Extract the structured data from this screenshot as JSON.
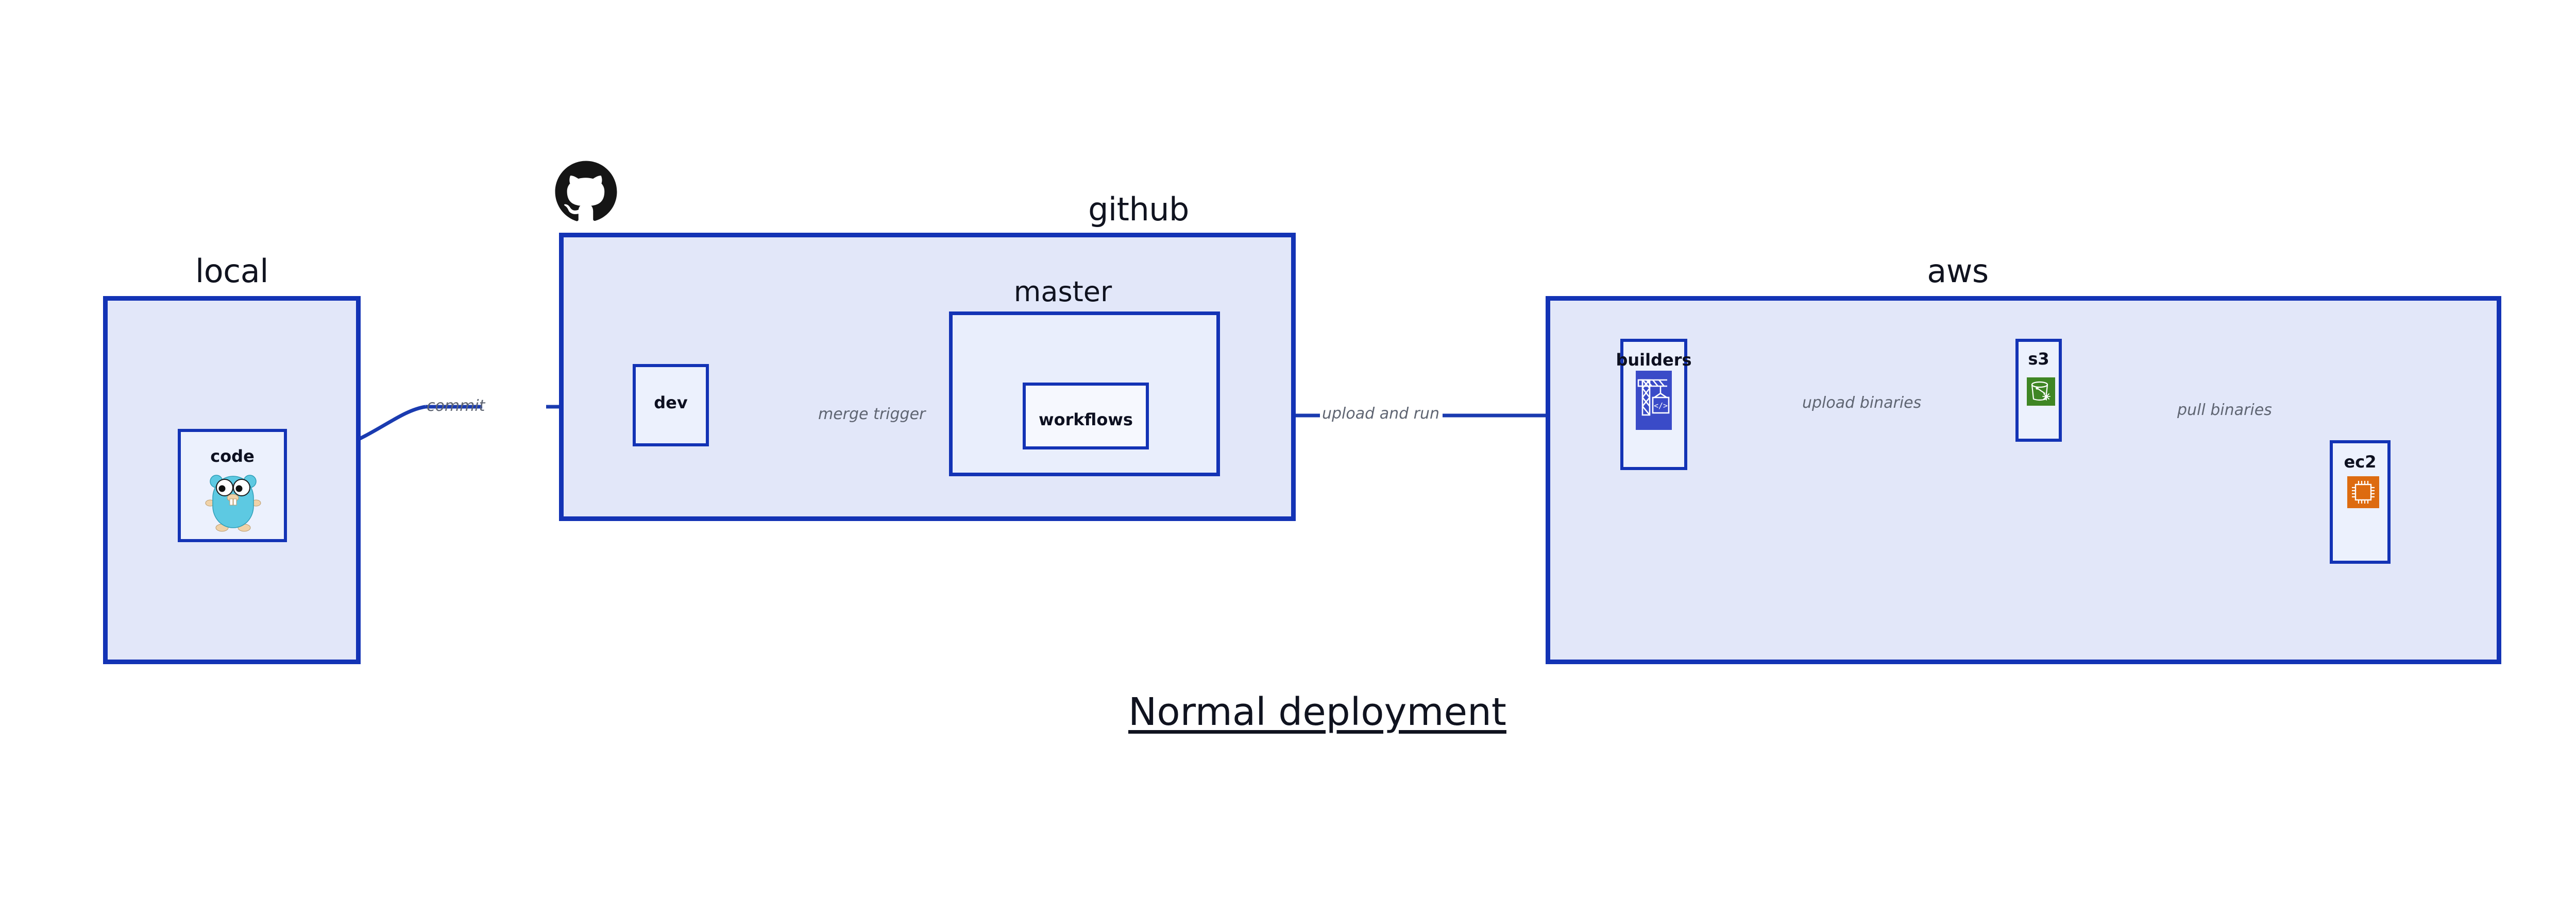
{
  "diagram": {
    "title": "Normal deployment",
    "colors": {
      "group_fill": "#e2e7f9",
      "subgroup_fill": "#e9eefc",
      "node_fill": "#ecf1fd",
      "node_fill_white": "#f6f8fe",
      "border_blue": "#1333b5",
      "edge_blue": "#1a3bb0",
      "edge_label_gray": "#5f6572",
      "text_dark": "#10131f",
      "builders_icon_bg": "#3a4bc8",
      "s3_icon_bg": "#3f8624",
      "ec2_icon_bg": "#dd6b10",
      "gopher_body": "#5dc9e2",
      "github_black": "#151515"
    }
  },
  "groups": {
    "local": {
      "label": "local"
    },
    "github": {
      "label": "github"
    },
    "master": {
      "label": "master"
    },
    "aws": {
      "label": "aws"
    }
  },
  "nodes": {
    "code": {
      "label": "code",
      "icon": "go-gopher-icon"
    },
    "dev": {
      "label": "dev"
    },
    "workflows": {
      "label": "workflows"
    },
    "builders": {
      "label": "builders",
      "icon": "aws-builders-crane-icon"
    },
    "s3": {
      "label": "s3",
      "icon": "aws-s3-bucket-icon"
    },
    "ec2": {
      "label": "ec2",
      "icon": "aws-ec2-chip-icon"
    }
  },
  "edges": [
    {
      "id": "commit",
      "label": "commit",
      "from": "code",
      "to": "dev"
    },
    {
      "id": "merge-trigger",
      "label": "merge trigger",
      "from": "dev",
      "to": "workflows"
    },
    {
      "id": "upload-and-run",
      "label": "upload and run",
      "from": "workflows",
      "to": "builders"
    },
    {
      "id": "upload-binaries",
      "label": "upload binaries",
      "from": "builders",
      "to": "s3"
    },
    {
      "id": "pull-binaries",
      "label": "pull binaries",
      "from": "s3",
      "to": "ec2"
    }
  ],
  "logos": {
    "github": {
      "name": "github-octocat-icon"
    }
  }
}
